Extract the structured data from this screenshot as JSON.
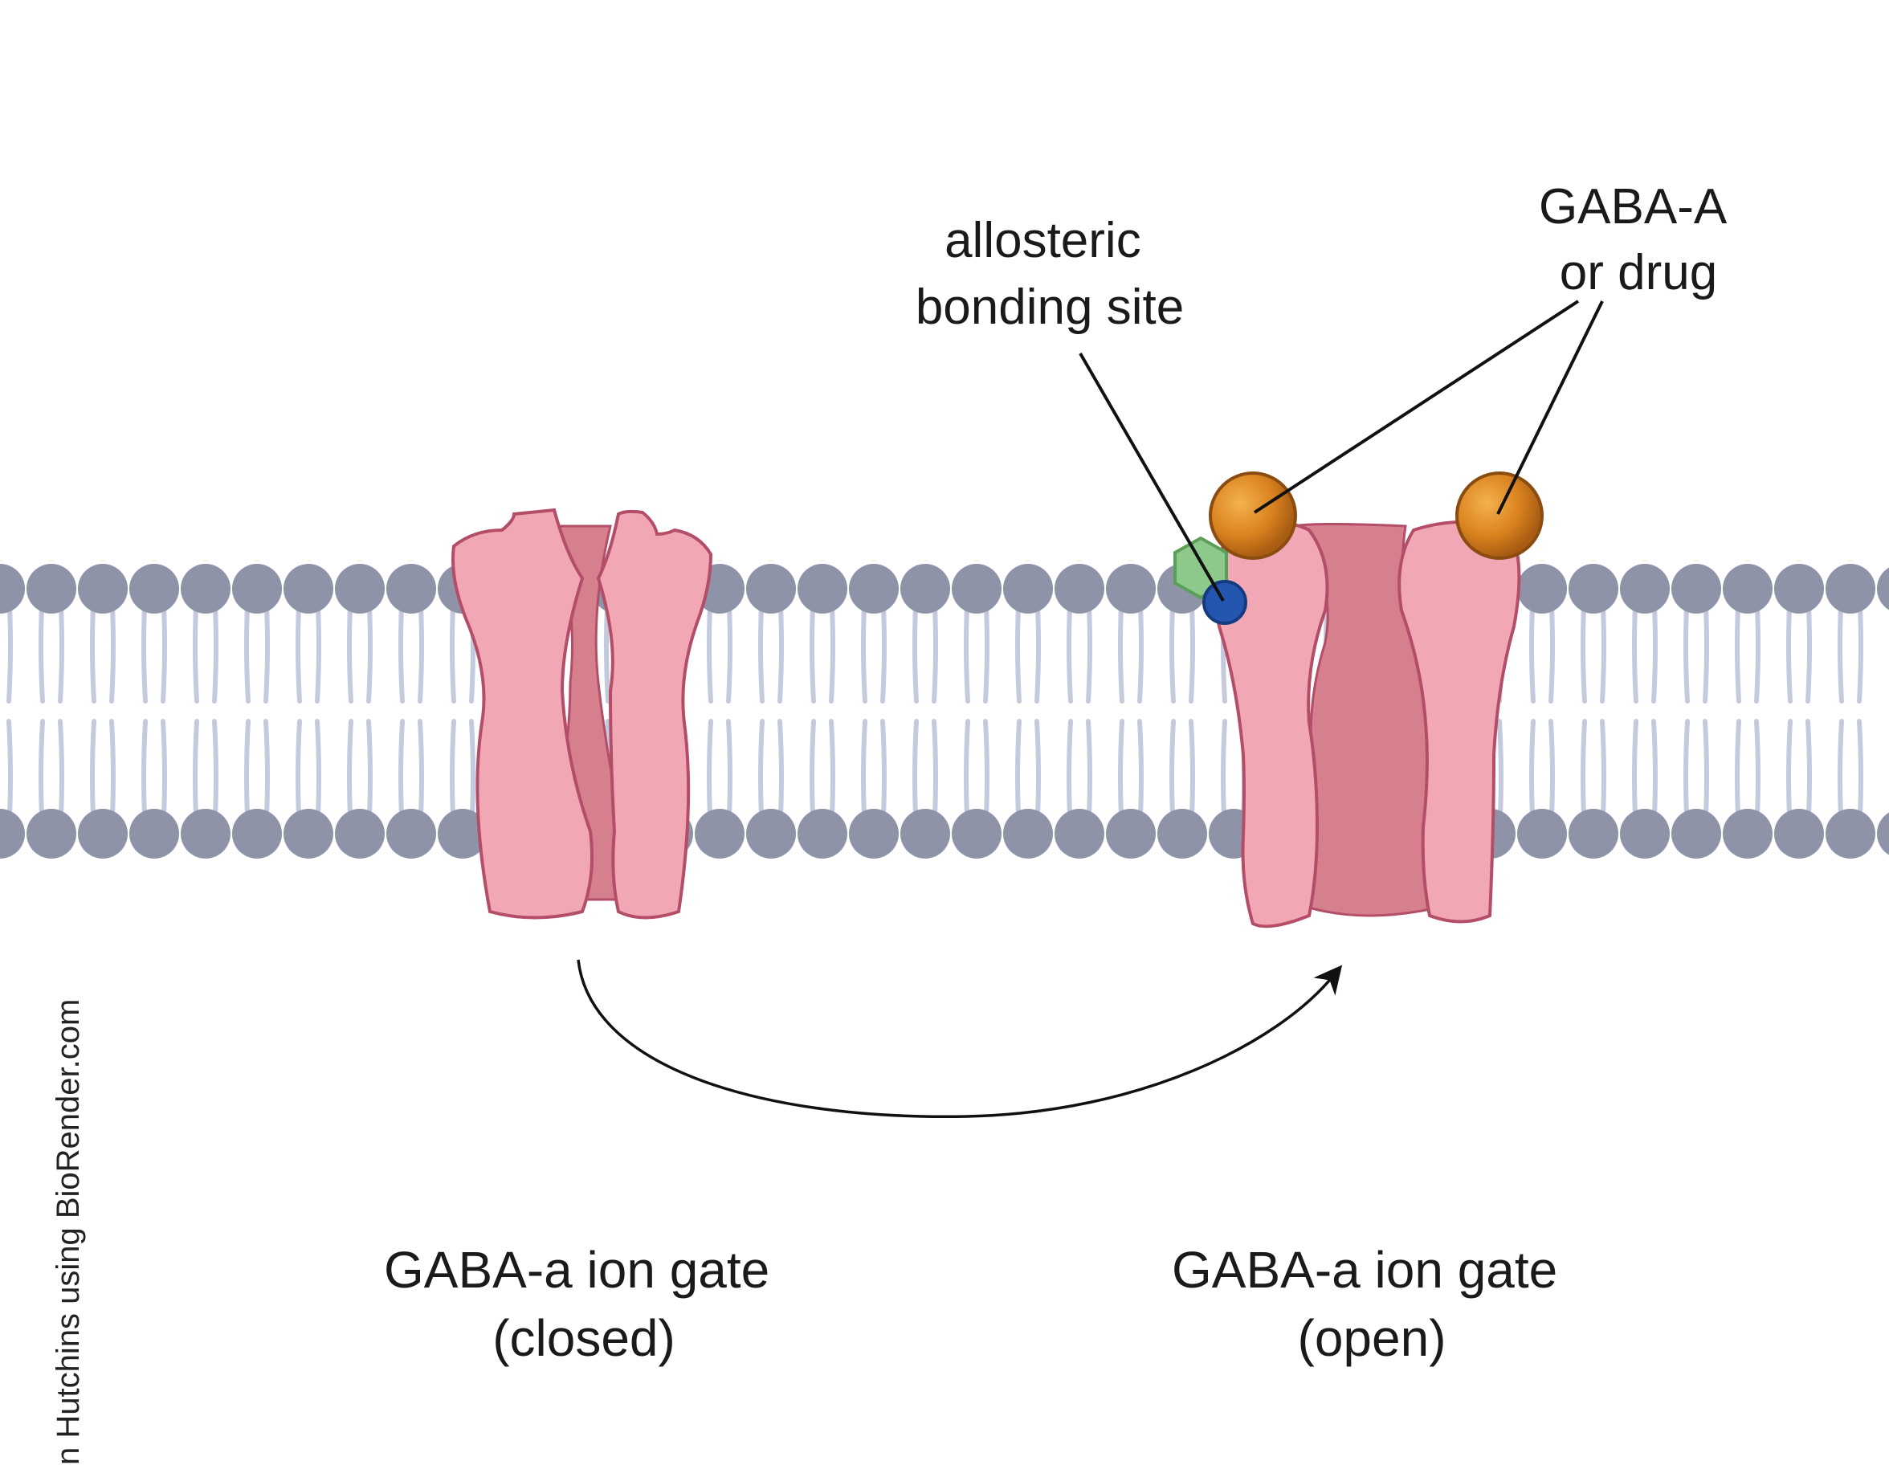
{
  "labels": {
    "allosteric": [
      "allosteric",
      "bonding site"
    ],
    "agonist": [
      "GABA-A",
      "or drug"
    ],
    "closed_gate": [
      "GABA-a ion gate",
      "(closed)"
    ],
    "open_gate": [
      "GABA-a ion gate",
      "(open)"
    ],
    "credit": "n Hutchins using BioRender.com"
  },
  "colors": {
    "membrane_head": "#8f93a8",
    "membrane_tail": "#c5c9dc",
    "channel_fill": "#f2a8b4",
    "channel_pore": "#d6808e",
    "channel_outline": "#b34d68",
    "ligand": "#d9821f",
    "allosteric_site_hexagon": "#8dc98a",
    "allosteric_site_dot": "#2456b0"
  }
}
